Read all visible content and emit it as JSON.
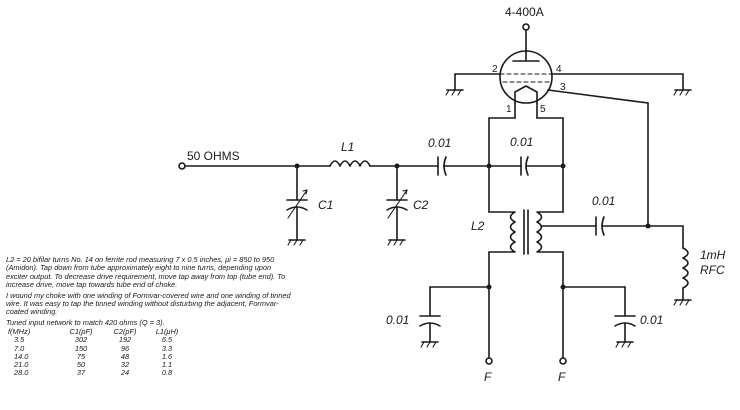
{
  "schematic": {
    "tube_label": "4-400A",
    "pins": {
      "p1": "1",
      "p2": "2",
      "p3": "3",
      "p4": "4",
      "p5": "5"
    },
    "input_label": "50 OHMS",
    "l1_label": "L1",
    "c1_label": "C1",
    "c2_label": "C2",
    "l2_label": "L2",
    "cap_001_a": "0.01",
    "cap_001_b": "0.01",
    "cap_001_c": "0.01",
    "cap_001_d": "0.01",
    "cap_001_e": "0.01",
    "rfc_value": "1mH",
    "rfc_label": "RFC",
    "filament_left": "F",
    "filament_right": "F"
  },
  "notes": {
    "l2_note": "L2 = 20 bifilar turns No. 14 on ferrite rod measuring 7 x 0.5 inches, μi = 850 to 950 (Amidon). Tap down from tube approximately eight to nine turns, depending upon exciter output. To decrease drive requirement, move tap away from top (tube end). To increase drive, move tap towards tube end of choke.",
    "choke_note": "I wound my choke with one winding of Formvar-covered wire and one winding of tinned wire. It was easy to tap the tinned winding without disturbing the adjacent, Formvar-coated winding.",
    "table_caption": "Tuned input network to match 420 ohms (Q = 3).",
    "table_headers": [
      "f(MHz)",
      "C1(pF)",
      "C2(pF)",
      "L1(μH)"
    ],
    "table_rows": [
      [
        "3.5",
        "302",
        "192",
        "6.5"
      ],
      [
        "7.0",
        "150",
        "96",
        "3.3"
      ],
      [
        "14.0",
        "75",
        "48",
        "1.6"
      ],
      [
        "21.0",
        "50",
        "32",
        "1.1"
      ],
      [
        "28.0",
        "37",
        "24",
        "0.8"
      ]
    ]
  }
}
